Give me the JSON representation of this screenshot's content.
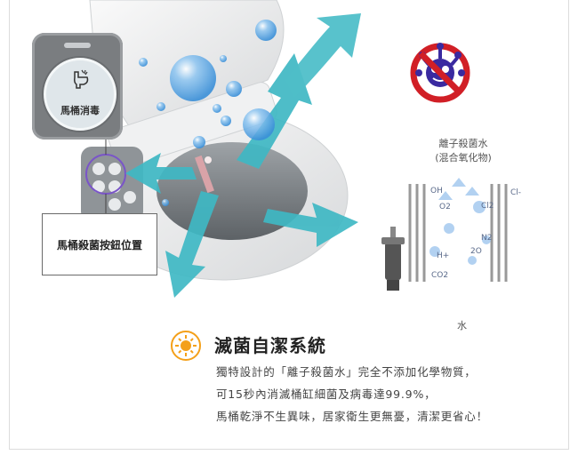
{
  "panel": {
    "label": "馬桶消毒",
    "icon": "toilet-spray-icon"
  },
  "callout": {
    "label": "馬桶殺菌按鈕位置"
  },
  "badge": {
    "icon": "no-virus-icon",
    "colors": {
      "ring": "#d11f26",
      "virus": "#3a2aa0"
    }
  },
  "water_diagram": {
    "title_line1": "離子殺菌水",
    "title_line2": "(混合氧化物)",
    "ions": [
      "OH",
      "O2",
      "Cl2",
      "Cl-",
      "N2",
      "H+",
      "2O",
      "CO2"
    ],
    "bottom_label": "水"
  },
  "feature": {
    "icon": "sun-icon",
    "title": "滅菌自潔系統",
    "lines": [
      "獨特設計的「離子殺菌水」完全不添加化學物質，",
      "可15秒內消滅桶缸細菌及病毒達99.9%，",
      "馬桶乾淨不生異味，居家衛生更無憂，清潔更省心！"
    ]
  },
  "colors": {
    "arrow": "#3fb8c4",
    "bubble": "#5aa6e0",
    "accent": "#f4a01a"
  }
}
